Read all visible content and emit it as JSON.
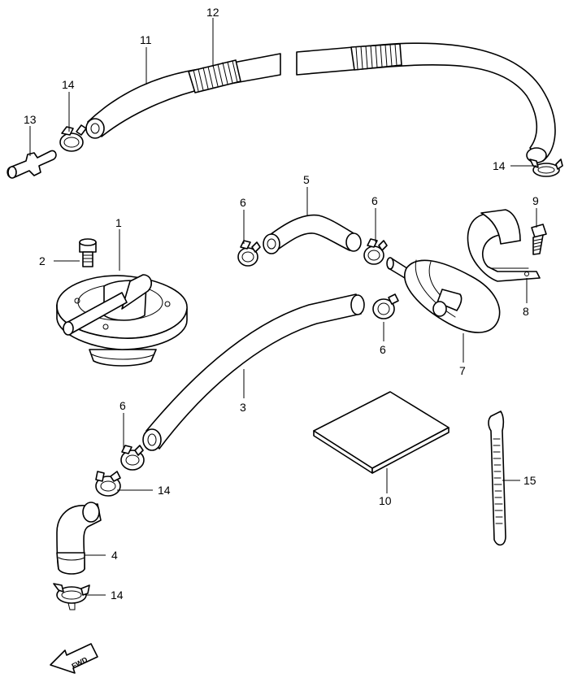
{
  "diagram": {
    "callouts": {
      "c1": "1",
      "c2": "2",
      "c3": "3",
      "c4": "4",
      "c5": "5",
      "c6a": "6",
      "c6b": "6",
      "c6c": "6",
      "c6d": "6",
      "c7": "7",
      "c8": "8",
      "c9": "9",
      "c10": "10",
      "c11": "11",
      "c12": "12",
      "c13": "13",
      "c14a": "14",
      "c14b": "14",
      "c14c": "14",
      "c14d": "14",
      "c15": "15"
    },
    "fwd_label": "FWD"
  }
}
